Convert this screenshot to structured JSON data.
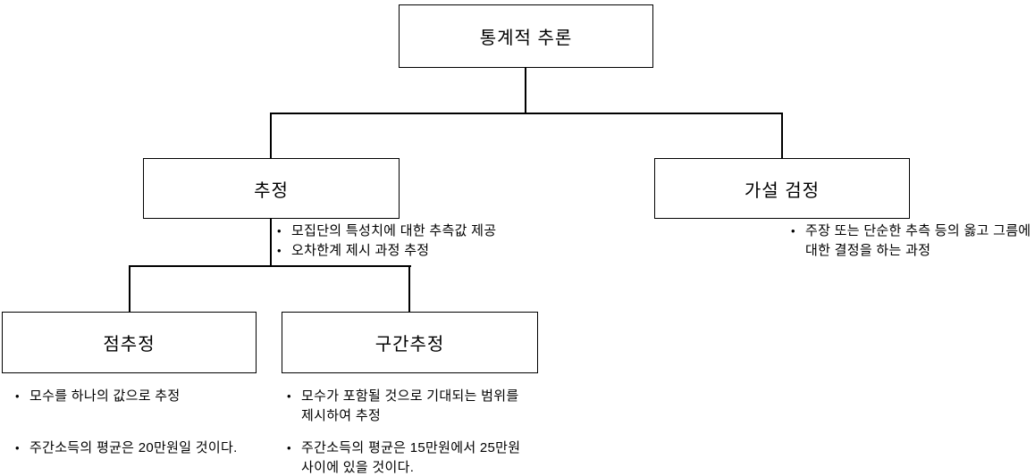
{
  "diagram": {
    "root": {
      "label": "통계적 추론"
    },
    "estimation": {
      "label": "추정",
      "bullets": [
        "모집단의 특성치에 대한 추측값 제공",
        "오차한계 제시 과정 추정"
      ]
    },
    "hypothesis_testing": {
      "label": "가설 검정",
      "bullets": [
        "주장 또는 단순한 추측 등의 옳고 그름에 대한 결정을 하는 과정"
      ]
    },
    "point_estimation": {
      "label": "점추정",
      "bullets": [
        "모수를 하나의 값으로 추정",
        "주간소득의 평균은 20만원일 것이다."
      ]
    },
    "interval_estimation": {
      "label": "구간추정",
      "bullets": [
        "모수가 포함될 것으로 기대되는 범위를 제시하여 추정",
        "주간소득의 평균은 15만원에서 25만원 사이에 있을 것이다."
      ]
    },
    "colors": {
      "line": "#000000",
      "box_background": "#ffffff",
      "text": "#000000"
    }
  }
}
